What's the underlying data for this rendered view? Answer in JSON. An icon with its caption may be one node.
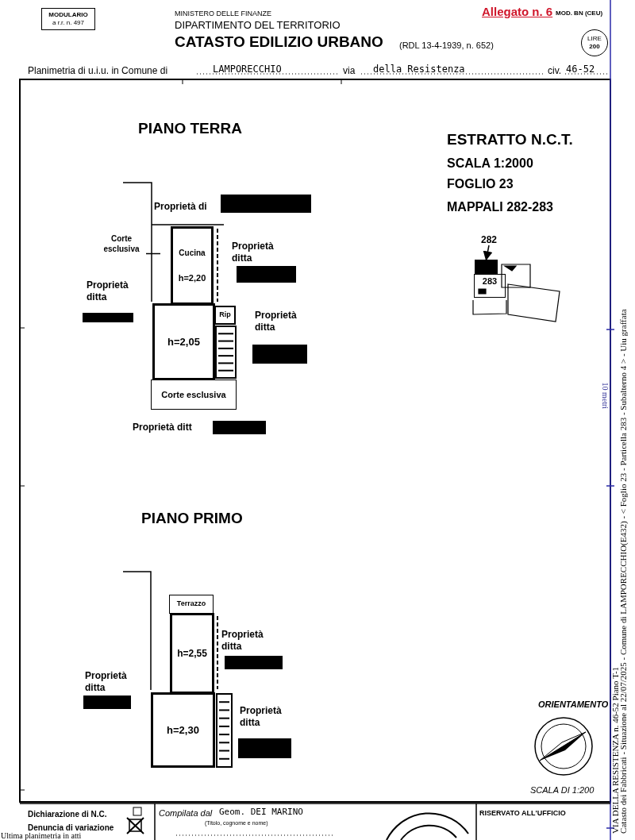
{
  "diagram": {
    "title": "CATASTO EDILIZIO URBANO",
    "nodes": [
      {
        "text": [
          "MODULARIO",
          "a r.r. n. 497"
        ]
      },
      {
        "text": [
          "LIRE",
          "200"
        ]
      },
      {
        "text": [
          "Corte esclusiva"
        ]
      },
      {
        "text": [
          "Cucina",
          "h=2,20"
        ]
      },
      {
        "text": [
          "h=2,05"
        ]
      },
      {
        "text": [
          "Rip"
        ]
      },
      {
        "text": [
          "Corte esclusiva"
        ]
      },
      {
        "text": [
          "Terrazzo"
        ]
      },
      {
        "text": [
          "h=2,55"
        ]
      },
      {
        "text": [
          "h=2,30"
        ]
      },
      {
        "text": [
          "282"
        ]
      },
      {
        "text": [],
        "shape": "box"
      },
      {
        "text": [
          "283"
        ]
      }
    ],
    "edges": [
      {
        "from": 10,
        "to": 11,
        "arrow": "to"
      },
      {
        "from": 2,
        "to": null,
        "arrow": "none"
      }
    ],
    "labels": [
      "MINISTERO DELLE FINANZE",
      "DIPARTIMENTO DEL TERRITORIO",
      "(RDL 13-4-1939, n. 652)",
      "Allegato n. 6",
      "MOD. BN (CEU)",
      "Planimetria di u.i.u. in Comune di",
      "LAMPORECCHIO",
      "via",
      "della Resistenza",
      "civ.",
      "46-52",
      "PIANO TERRA",
      "ESTRATTO N.C.T.",
      "SCALA 1:2000",
      "FOGLIO 23",
      "Proprietà di",
      "MAPPALI 282-283",
      "Proprietà ditta",
      "Proprietà ditta",
      "Proprietà ditta",
      "Proprietà ditt",
      "PIANO PRIMO",
      "Proprietà ditta",
      "Proprietà ditta",
      "Proprietà ditta",
      "ORIENTAMENTO",
      "SCALA DI 1:200",
      "10 metri",
      "Dichiarazione di N.C.",
      "Denuncia di variazione",
      "Compilata dal",
      "Geom. DEI MARINO",
      "(Titolo, cognome e nome)",
      "RISERVATO ALL'UFFICIO",
      "Ultima planimetria in atti",
      "Catasto dei Fabbricati - Situazione al 22/07/2025 - Comune di LAMPORECCHIO(E432) - < Foglio 23 - Particella 283 - Subalterno 4 > - Uiu graffata",
      "VIA DELLA RESISTENZA n. 46-52 Piano T-1"
    ]
  }
}
